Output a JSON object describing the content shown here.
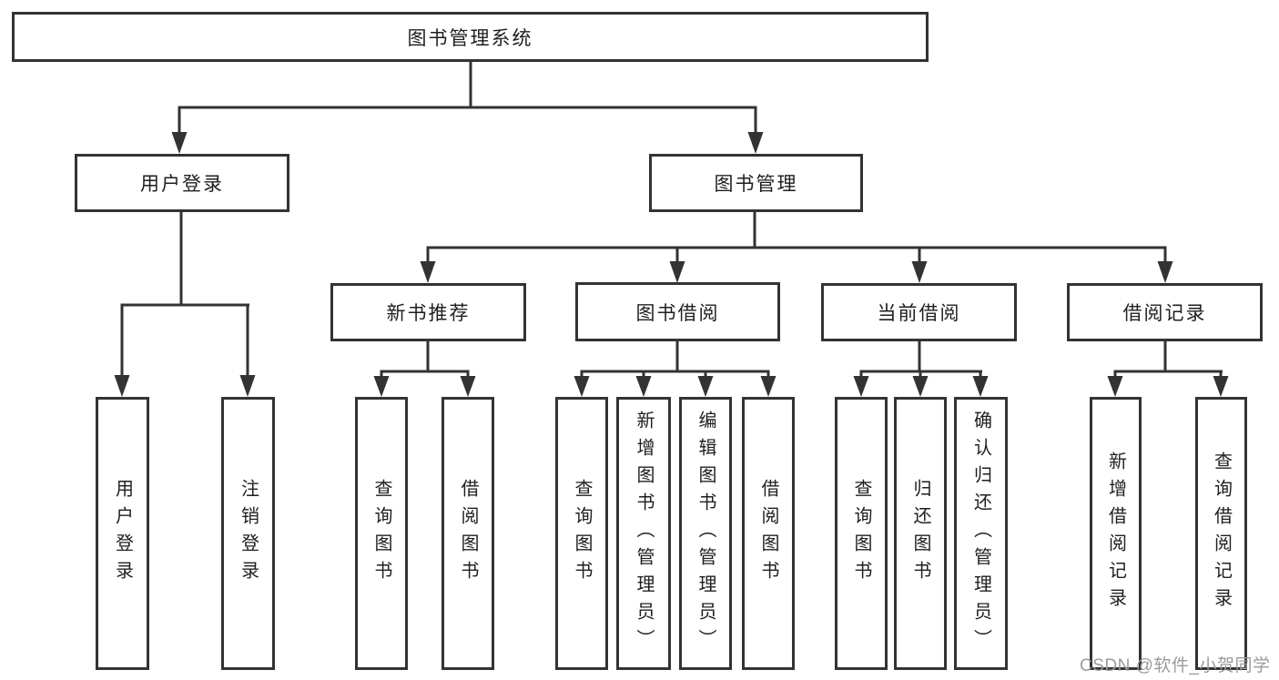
{
  "diagram": {
    "type": "hierarchy-tree",
    "root": {
      "label": "图书管理系统"
    },
    "level2": [
      {
        "label": "用户登录",
        "parent": "图书管理系统"
      },
      {
        "label": "图书管理",
        "parent": "图书管理系统"
      }
    ],
    "level3": [
      {
        "label": "新书推荐",
        "parent": "图书管理"
      },
      {
        "label": "图书借阅",
        "parent": "图书管理"
      },
      {
        "label": "当前借阅",
        "parent": "图书管理"
      },
      {
        "label": "借阅记录",
        "parent": "图书管理"
      }
    ],
    "leaves": [
      {
        "label": "用户登录",
        "parent": "用户登录"
      },
      {
        "label": "注销登录",
        "parent": "用户登录"
      },
      {
        "label": "查询图书",
        "parent": "新书推荐"
      },
      {
        "label": "借阅图书",
        "parent": "新书推荐"
      },
      {
        "label": "查询图书",
        "parent": "图书借阅"
      },
      {
        "label": "新增图书（管理员）",
        "parent": "图书借阅"
      },
      {
        "label": "编辑图书（管理员）",
        "parent": "图书借阅"
      },
      {
        "label": "借阅图书",
        "parent": "图书借阅"
      },
      {
        "label": "查询图书",
        "parent": "当前借阅"
      },
      {
        "label": "归还图书",
        "parent": "当前借阅"
      },
      {
        "label": "确认归还（管理员）",
        "parent": "当前借阅"
      },
      {
        "label": "新增借阅记录",
        "parent": "借阅记录"
      },
      {
        "label": "查询借阅记录",
        "parent": "借阅记录"
      }
    ]
  },
  "watermark": "CSDN @软件_小贺同学",
  "colors": {
    "line": "#333333",
    "box_border": "#333333",
    "text": "#1f1f1f",
    "background": "#ffffff",
    "watermark": "#9b9b9b"
  }
}
